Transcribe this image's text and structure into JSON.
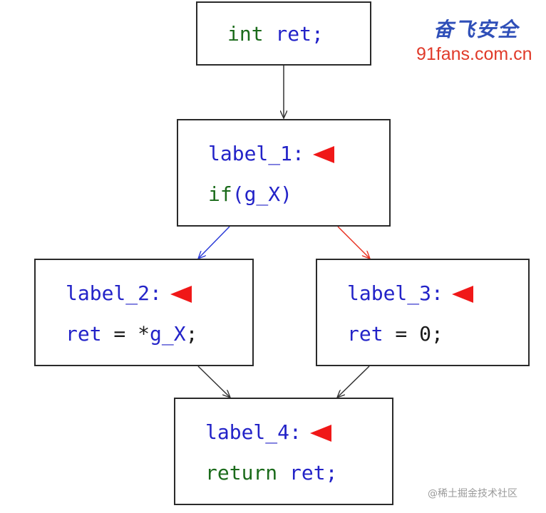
{
  "colors": {
    "keyword_green": "#1b6b1b",
    "identifier_blue": "#2323c8",
    "marker_red": "#f01818",
    "true_edge_blue": "#2a3ad8",
    "false_edge_red": "#e83020",
    "default_edge": "#333333"
  },
  "nodes": {
    "entry": {
      "kw": "int",
      "rest": " ret;"
    },
    "label_1": {
      "label": "label_1:",
      "kw": "if",
      "rest": "(g_X)"
    },
    "label_2": {
      "label": "label_2:",
      "lhs": "ret",
      "op": " = *",
      "rhs": "g_X",
      "end": ";"
    },
    "label_3": {
      "label": "label_3:",
      "lhs": "ret",
      "op": " = 0;"
    },
    "label_4": {
      "label": "label_4:",
      "kw": "return",
      "sp": " ",
      "rest": "ret;"
    }
  },
  "icons": {
    "marker": "red-left-triangle-icon"
  },
  "watermark": {
    "title": "奋飞安全",
    "site": "91fans.com.cn",
    "corner": "@稀土掘金技术社区"
  }
}
